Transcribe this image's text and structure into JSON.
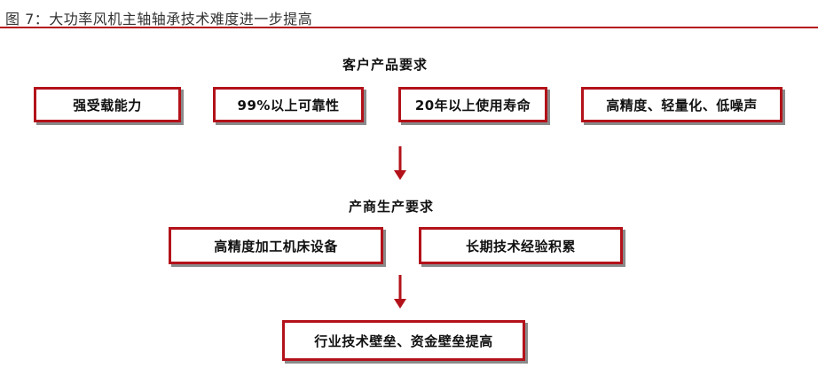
{
  "figure": {
    "title": "图 7：大功率风机主轴轴承技术难度进一步提高"
  },
  "customer_requirements": {
    "label": "客户产品要求",
    "items": [
      "强受载能力",
      "99%以上可靠性",
      "20年以上使用寿命",
      "高精度、轻量化、低噪声"
    ]
  },
  "producer_requirements": {
    "label": "产商生产要求",
    "items": [
      "高精度加工机床设备",
      "长期技术经验积累"
    ]
  },
  "outcome": {
    "label": "行业技术壁垒、资金壁垒提高"
  },
  "colors": {
    "accent": "#b3121a",
    "shadow": "#8a8a8a"
  }
}
